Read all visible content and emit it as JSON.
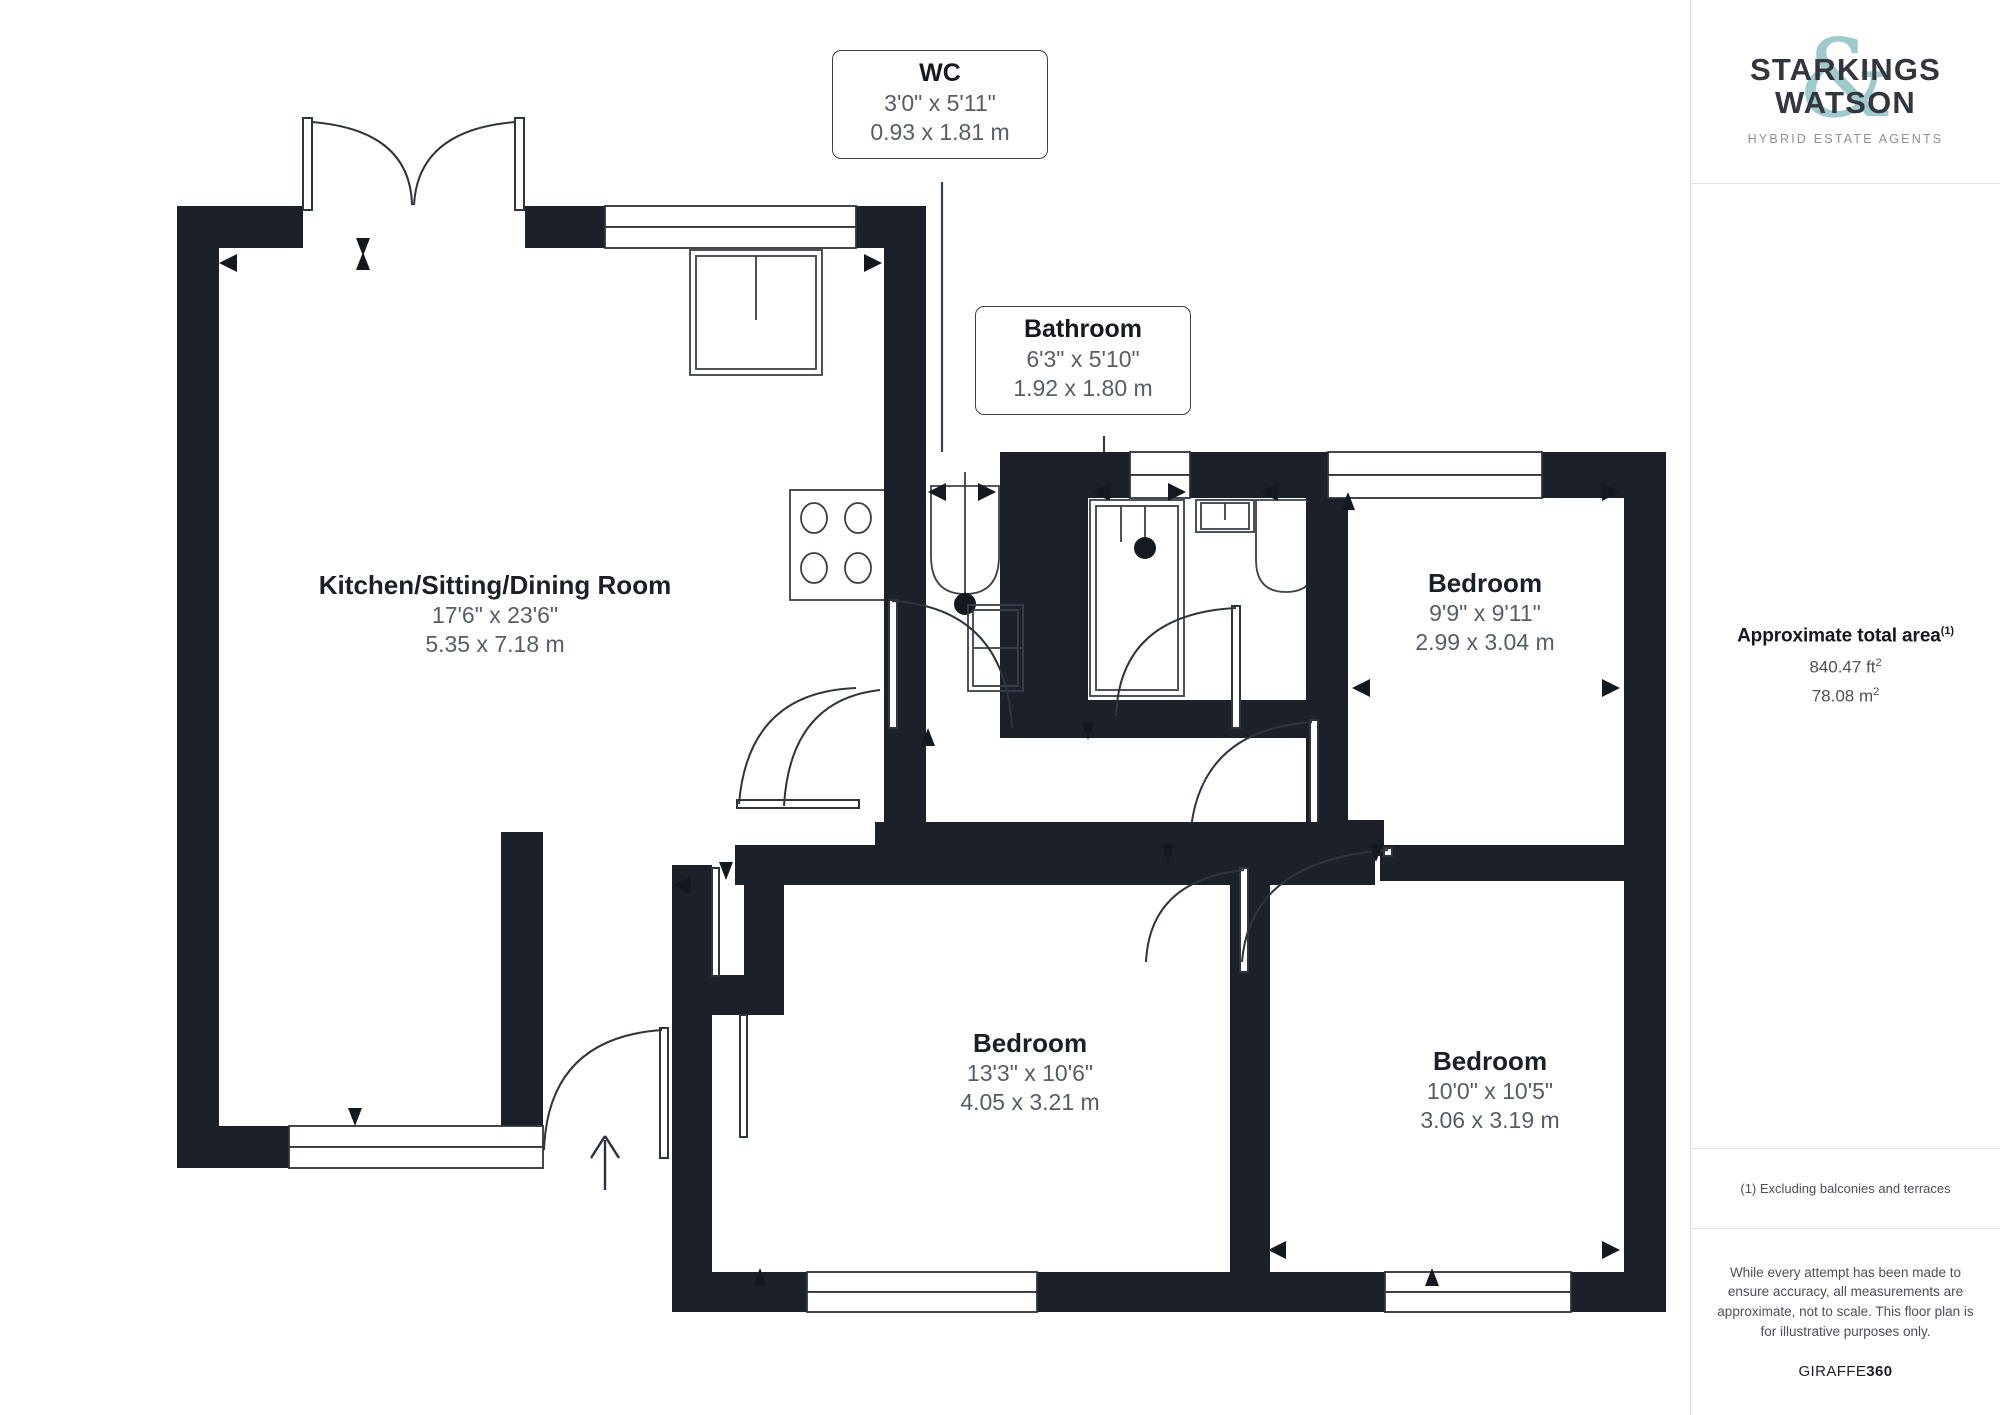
{
  "document": {
    "type": "floor-plan",
    "background": "#ffffff",
    "wall_color": "#1c2028",
    "text_dark": "#1b2028",
    "text_muted": "#575d66"
  },
  "rooms": [
    {
      "id": "kitchen",
      "name": "Kitchen/Sitting/Dining Room",
      "dim_imperial": "17'6\" x 23'6\"",
      "dim_metric": "5.35 x 7.18 m",
      "label_style": "inline"
    },
    {
      "id": "wc",
      "name": "WC",
      "dim_imperial": "3'0\" x 5'11\"",
      "dim_metric": "0.93 x 1.81 m",
      "label_style": "callout"
    },
    {
      "id": "bathroom",
      "name": "Bathroom",
      "dim_imperial": "6'3\" x 5'10\"",
      "dim_metric": "1.92 x 1.80 m",
      "label_style": "callout"
    },
    {
      "id": "bedroom-1",
      "name": "Bedroom",
      "dim_imperial": "9'9\" x 9'11\"",
      "dim_metric": "2.99 x 3.04 m",
      "label_style": "inline"
    },
    {
      "id": "bedroom-2",
      "name": "Bedroom",
      "dim_imperial": "13'3\" x 10'6\"",
      "dim_metric": "4.05 x 3.21 m",
      "label_style": "inline"
    },
    {
      "id": "bedroom-3",
      "name": "Bedroom",
      "dim_imperial": "10'0\" x 10'5\"",
      "dim_metric": "3.06 x 3.19 m",
      "label_style": "inline"
    }
  ],
  "sidebar": {
    "logo": {
      "line1": "STARKINGS",
      "line2": "WATSON",
      "ampersand": "&",
      "tagline": "HYBRID ESTATE AGENTS",
      "accent_color": "#9ecace",
      "text_color": "#33373d"
    },
    "area": {
      "title": "Approximate total area",
      "title_footnote": "(1)",
      "value_sqft": "840.47 ft",
      "value_sqft_exp": "2",
      "value_sqm": "78.08 m",
      "value_sqm_exp": "2"
    },
    "footnote": "(1) Excluding balconies and terraces",
    "disclaimer": "While every attempt has been made to ensure accuracy, all measurements are approximate, not to scale. This floor plan is for illustrative purposes only.",
    "provider": "GIRAFFE",
    "provider_accent": "360"
  }
}
